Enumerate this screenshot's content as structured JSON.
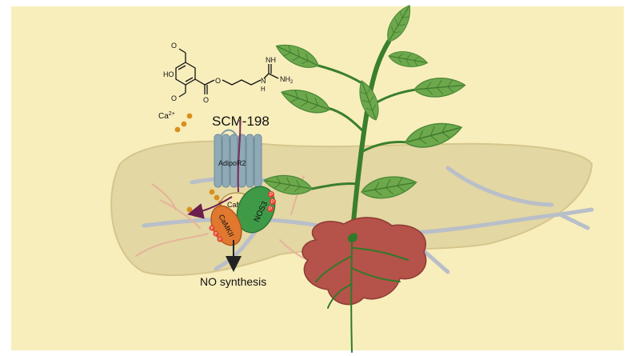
{
  "compound": {
    "name": "SCM-198",
    "ion": "Ca",
    "ion_charge": "2+",
    "structure_atoms": {
      "methoxy_top": "O",
      "hydroxyl": "HO",
      "methoxy_bottom": "O",
      "ester_carbonyl": "O",
      "ester_oxygen": "O",
      "imine": "NH",
      "amine_nh": "N",
      "amine_h": "H",
      "amino": "NH",
      "amino_sub": "2"
    }
  },
  "receptor": {
    "label": "AdipoR2"
  },
  "complex": {
    "calmodulin": "CaM",
    "kinase": "CaMKII",
    "synthase": "NOS3",
    "phospho": "P",
    "kinase_phospho_marks": [
      "P",
      "P",
      "P"
    ],
    "synthase_phospho_marks": [
      "P",
      "P",
      "P"
    ]
  },
  "outcome": {
    "label": "NO synthesis"
  },
  "colors": {
    "background": "#f8eebc",
    "liver": "#e3d7a3",
    "vessel": "#b9bfc9",
    "receptor": "#7f9cab",
    "calcium": "#d8901c",
    "camkii": "#e0782f",
    "nos3": "#3f9a48",
    "phospho": "#e5402a",
    "leaf": "#6da84c",
    "stem": "#3a7f2c",
    "root_organ": "#b5524a"
  }
}
